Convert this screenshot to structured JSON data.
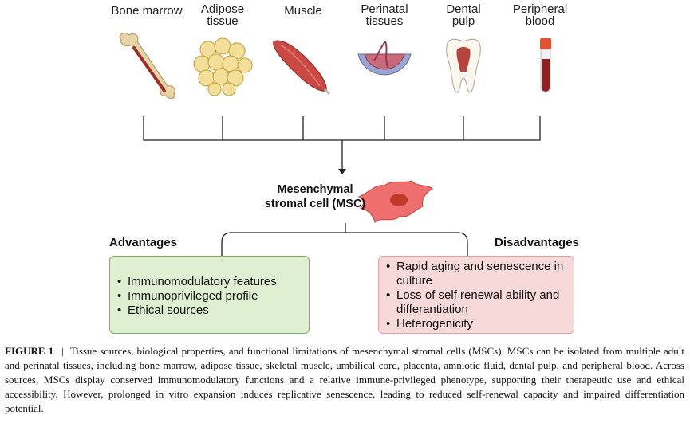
{
  "sources": [
    {
      "label": "Bone marrow",
      "icon": "bone-icon"
    },
    {
      "label": "Adipose\ntissue",
      "icon": "adipose-cells-icon"
    },
    {
      "label": "Muscle",
      "icon": "muscle-icon"
    },
    {
      "label": "Perinatal\ntissues",
      "icon": "placenta-icon"
    },
    {
      "label": "Dental\npulp",
      "icon": "tooth-icon"
    },
    {
      "label": "Peripheral\nblood",
      "icon": "blood-tube-icon"
    }
  ],
  "center": {
    "label": "Mesenchymal\nstromal cell (MSC)",
    "icon": "msc-cell-icon"
  },
  "advantages": {
    "title": "Advantages",
    "items": [
      "Immunomodulatory features",
      "Immunoprivileged profile",
      "Ethical sources"
    ]
  },
  "disadvantages": {
    "title": "Disadvantages",
    "items": [
      "Rapid aging and senescence in culture",
      "Loss of self renewal ability and differantiation",
      "Heterogenicity"
    ]
  },
  "caption": {
    "label": "FIGURE 1",
    "separator": "|",
    "text": "Tissue sources, biological properties, and functional limitations of mesenchymal stromal cells (MSCs). MSCs can be isolated from multiple adult and perinatal tissues, including bone marrow, adipose tissue, skeletal muscle, umbilical cord, placenta, amniotic fluid, dental pulp, and peripheral blood. Across sources, MSCs display conserved immunomodulatory functions and a relative immune-privileged phenotype, supporting their therapeutic use and ethical accessibility. However, prolonged in vitro expansion induces replicative senescence, leading to reduced self-renewal capacity and impaired differentiation potential."
  },
  "colors": {
    "advantages_fill": "#dff0d2",
    "advantages_border": "#7fb15f",
    "disadvantages_fill": "#f8d9d9",
    "disadvantages_border": "#e6a0a0",
    "cell_fill": "#ef6f6f"
  }
}
